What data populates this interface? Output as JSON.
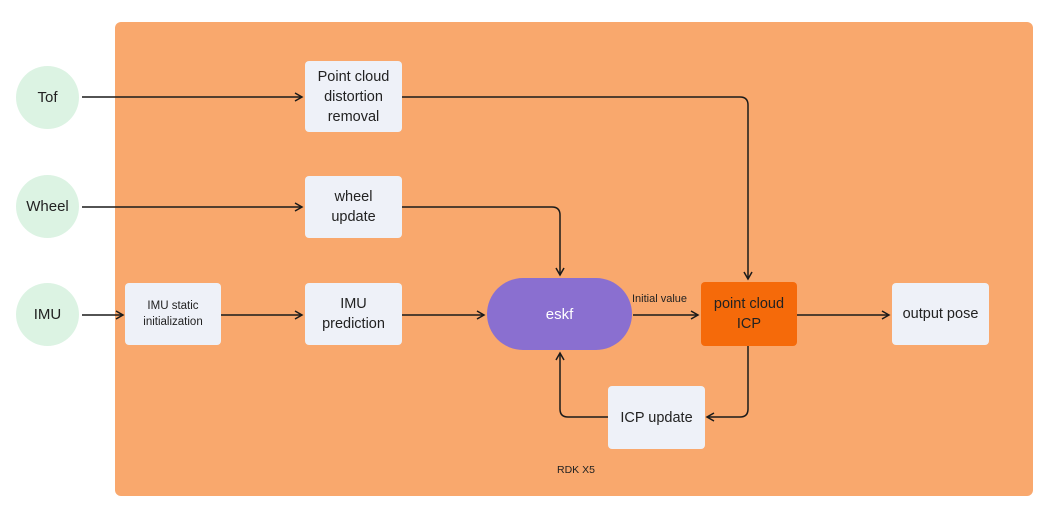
{
  "inputs": {
    "tof": "Tof",
    "wheel": "Wheel",
    "imu": "IMU"
  },
  "nodes": {
    "distortion": "Point cloud\ndistortion\nremoval",
    "wheel_update": "wheel\nupdate",
    "imu_init": "IMU static\ninitialization",
    "imu_pred": "IMU\nprediction",
    "eskf": "eskf",
    "icp": "point cloud\nICP",
    "output": "output pose",
    "icp_update": "ICP update"
  },
  "edge_labels": {
    "initial_value": "Initial  value"
  },
  "panel_label": "RDK X5",
  "colors": {
    "panel": "#f9a86d",
    "input_circle": "#dcf3e3",
    "box": "#eef1f8",
    "eskf": "#8a6fd0",
    "icp": "#f56a0a",
    "arrow": "#1a1a1a"
  }
}
